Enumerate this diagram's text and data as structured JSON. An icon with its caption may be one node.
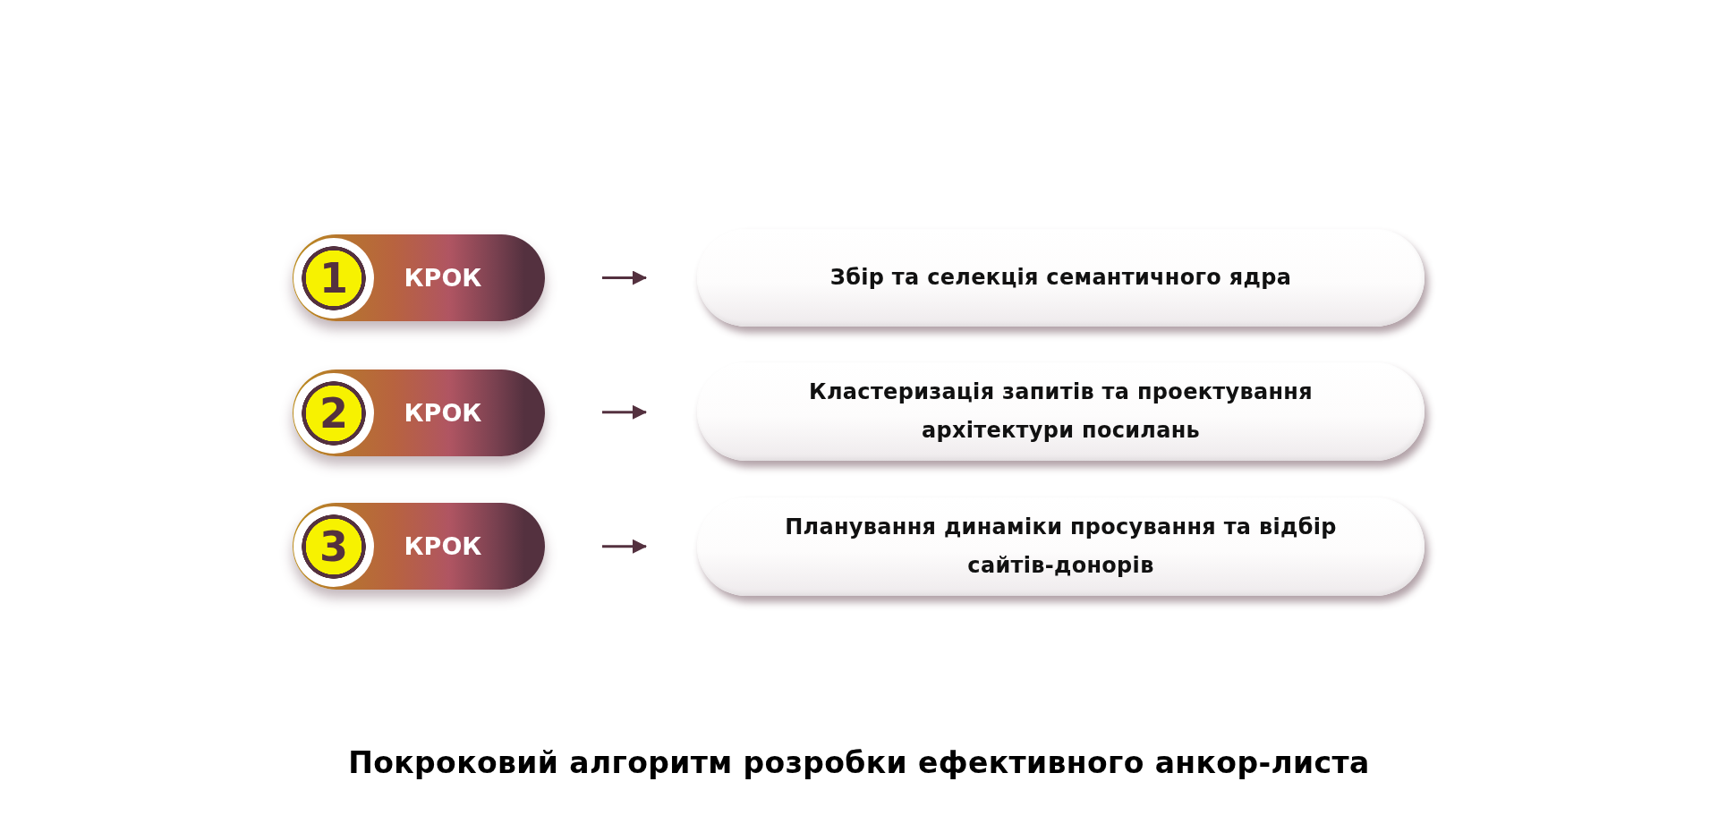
{
  "diagram": {
    "caption": "Покроковий алгоритм розробки ефективного анкор-листа",
    "nodes": [
      {
        "text": [
          "КРОК"
        ]
      },
      {
        "text": [
          "1"
        ],
        "in": 0
      },
      {
        "text": [
          "Збір та селекція семантичного ядра"
        ]
      },
      {
        "text": [
          "КРОК"
        ]
      },
      {
        "text": [
          "2"
        ],
        "in": 3
      },
      {
        "text": [
          "Кластеризація запитів та проектування архітектури посилань"
        ]
      },
      {
        "text": [
          "КРОК"
        ]
      },
      {
        "text": [
          "3"
        ],
        "in": 6
      },
      {
        "text": [
          "Планування динаміки просування та відбір сайтів-донорів"
        ]
      }
    ],
    "edges": [
      {
        "from": 0,
        "to": 2,
        "arrow": "to"
      },
      {
        "from": 3,
        "to": 5,
        "arrow": "to"
      },
      {
        "from": 6,
        "to": 8,
        "arrow": "to"
      }
    ]
  }
}
